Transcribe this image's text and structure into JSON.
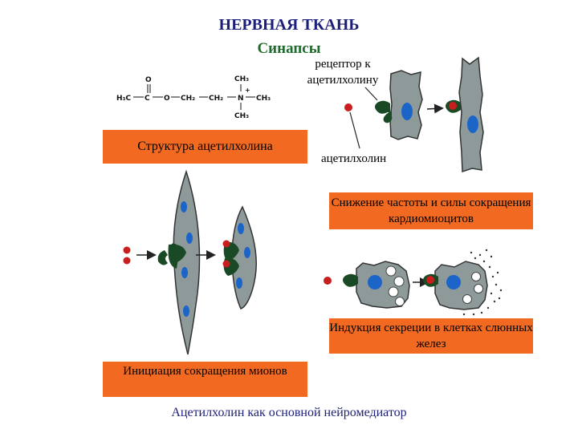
{
  "title": "НЕРВНАЯ ТКАНЬ",
  "subtitle": "Синапсы",
  "receptor_label": "рецептор к ацетилхолину",
  "acetylcholine_label": "ацетилхолин",
  "formula": {
    "h3c": "H₃C",
    "c": "C",
    "o_dbl": "O",
    "o": "O",
    "ch2a": "CH₂",
    "ch2b": "CH₂",
    "n": "N",
    "plus": "+",
    "ch3_top": "CH₃",
    "ch3_right": "CH₃",
    "ch3_bottom": "CH₃"
  },
  "boxes": {
    "structure": "Структура ацетилхолина",
    "cardio": "Снижение частоты и силы сокращения кардиомиоцитов",
    "salivary": "Индукция секреции в клетках слюнных желез",
    "myocyte": "Инициация сокращения мионов"
  },
  "footer": "Ацетилхолин как основной нейромедиатор",
  "colors": {
    "title": "#1b1f7a",
    "subtitle": "#1f6b2d",
    "box": "#f26a22",
    "cell": "#8e9a9a",
    "nucleus": "#1b64c8",
    "receptor": "#1a4a25",
    "ligand": "#c81e1e"
  }
}
